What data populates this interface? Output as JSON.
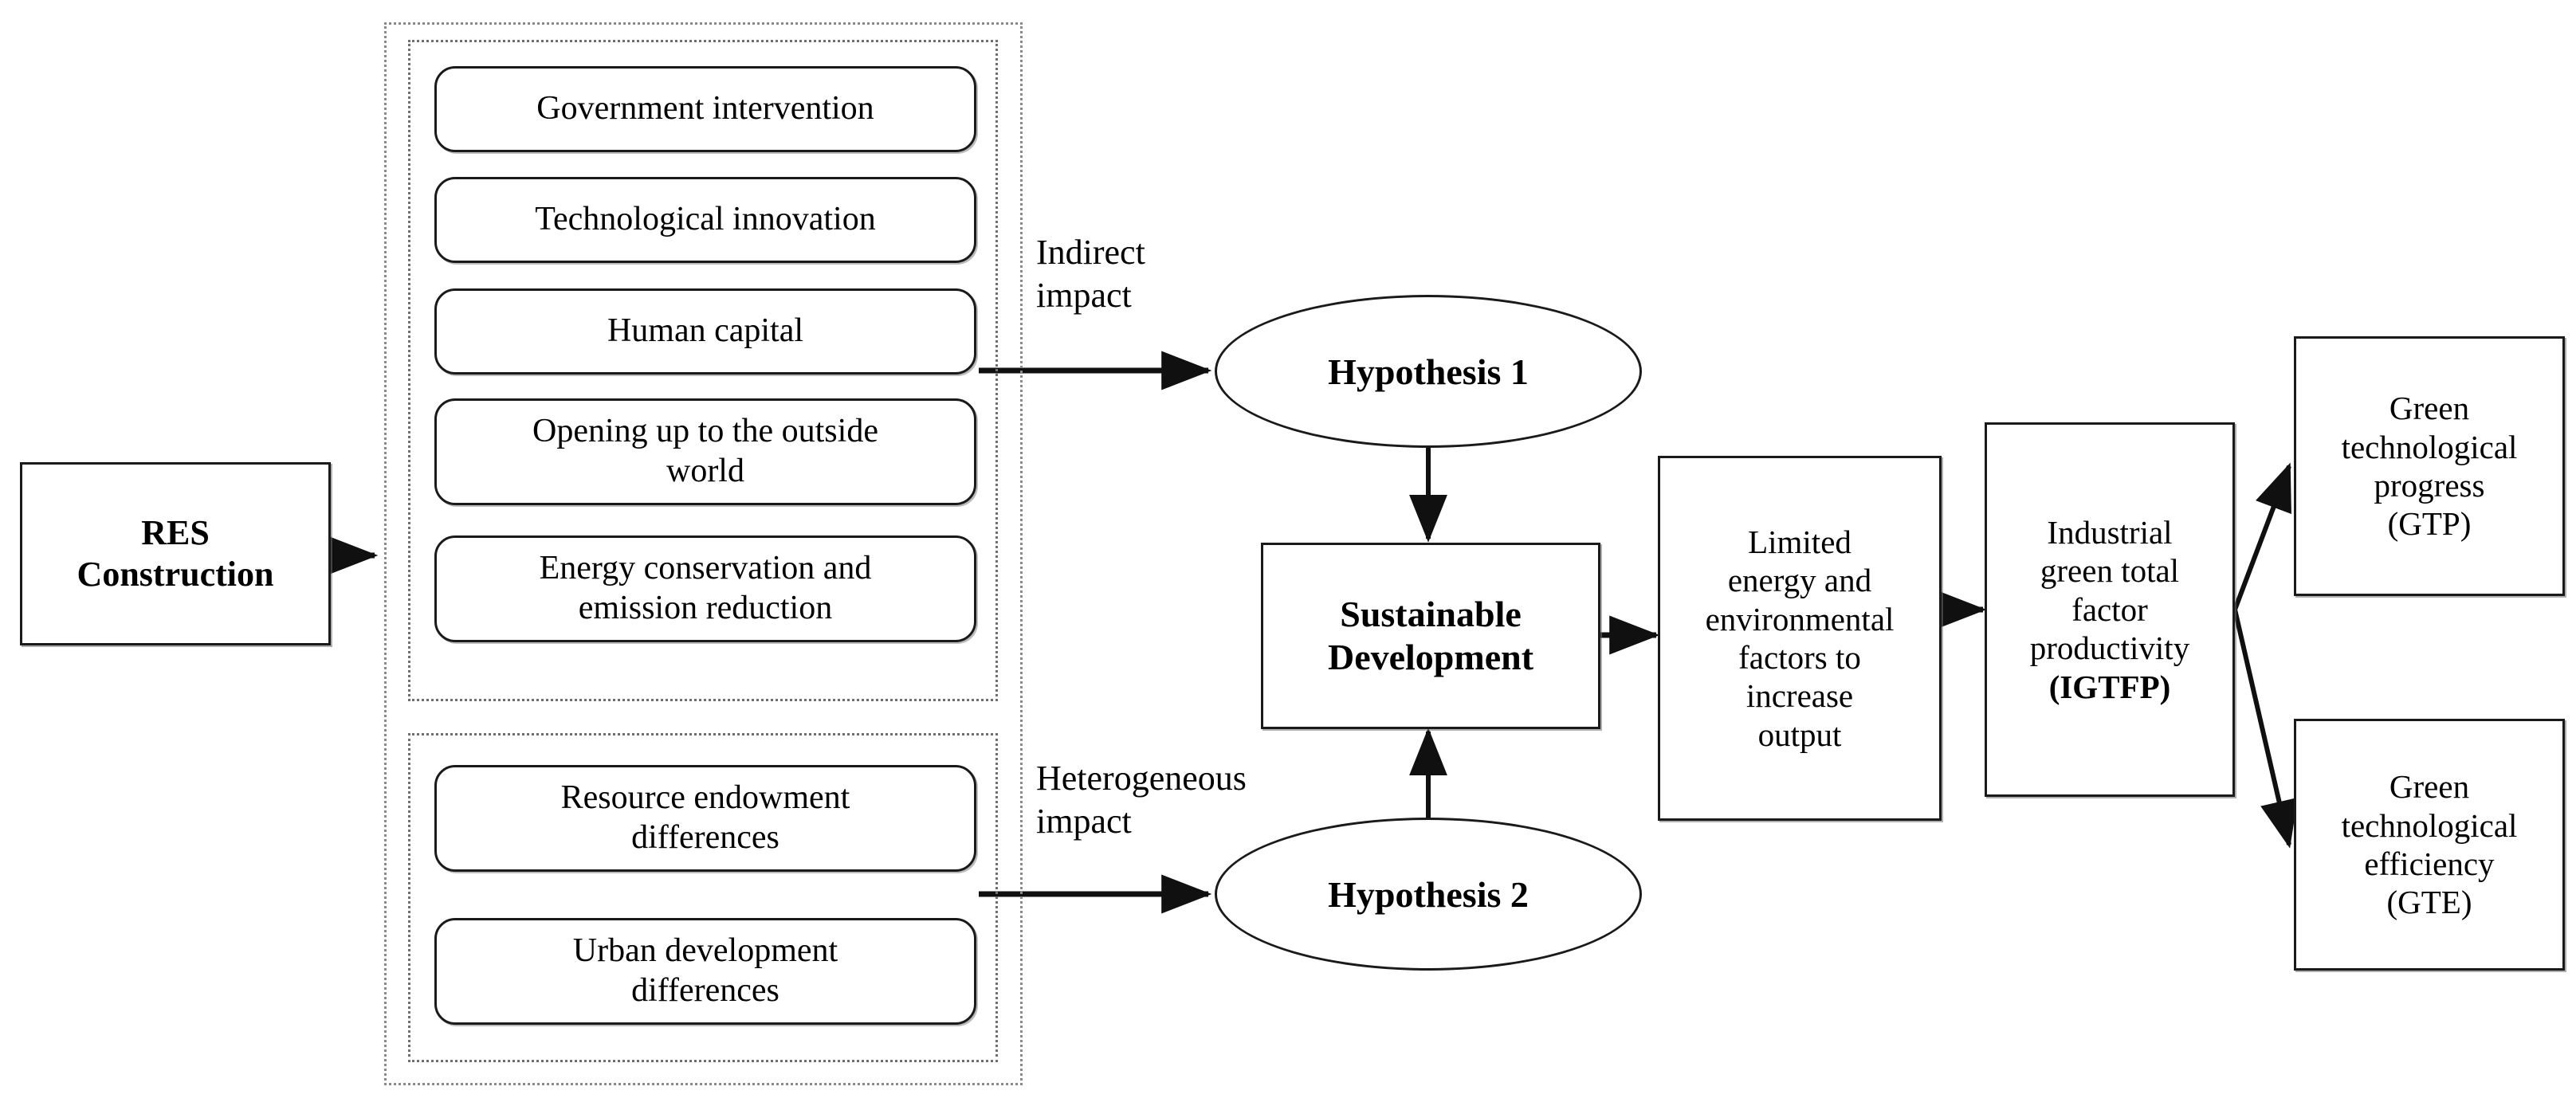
{
  "diagram": {
    "title": "RES Construction research framework",
    "background": "#ffffff",
    "line_color": "#1a1a1a",
    "group_border_color": "#8a8a8a"
  },
  "source_node": {
    "label": "RES\nConstruction"
  },
  "groups": {
    "outer_label": "",
    "mechanism_group": {
      "items": [
        {
          "label": "Government intervention"
        },
        {
          "label": "Technological innovation"
        },
        {
          "label": "Human capital"
        },
        {
          "label": "Opening up to the outside\nworld"
        },
        {
          "label": "Energy conservation and\nemission reduction"
        }
      ]
    },
    "heterogeneity_group": {
      "items": [
        {
          "label": "Resource endowment\ndifferences"
        },
        {
          "label": "Urban development\ndifferences"
        }
      ]
    }
  },
  "edge_labels": {
    "indirect_impact": "Indirect\nimpact",
    "heterogeneous_impact": "Heterogeneous\nimpact"
  },
  "hypotheses": [
    {
      "label": "Hypothesis 1"
    },
    {
      "label": "Hypothesis 2"
    }
  ],
  "core_node": {
    "label": "Sustainable\nDevelopment"
  },
  "constraint_node": {
    "label": "Limited\nenergy and\nenvironmental\nfactors to\nincrease\noutput"
  },
  "outcome_node": {
    "label_plain": "Industrial\ngreen total\nfactor\nproductivity",
    "label_bold": "(IGTFP)"
  },
  "decomposition": [
    {
      "label": "Green\ntechnological\nprogress\n(GTP)"
    },
    {
      "label": "Green\ntechnological\nefficiency\n(GTE)"
    }
  ]
}
